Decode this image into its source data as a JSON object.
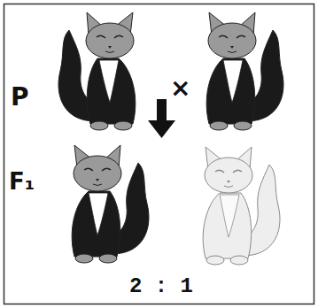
{
  "diagram": {
    "labels": [
      "P",
      "×",
      "F₁",
      "2 : 1"
    ]
  }
}
